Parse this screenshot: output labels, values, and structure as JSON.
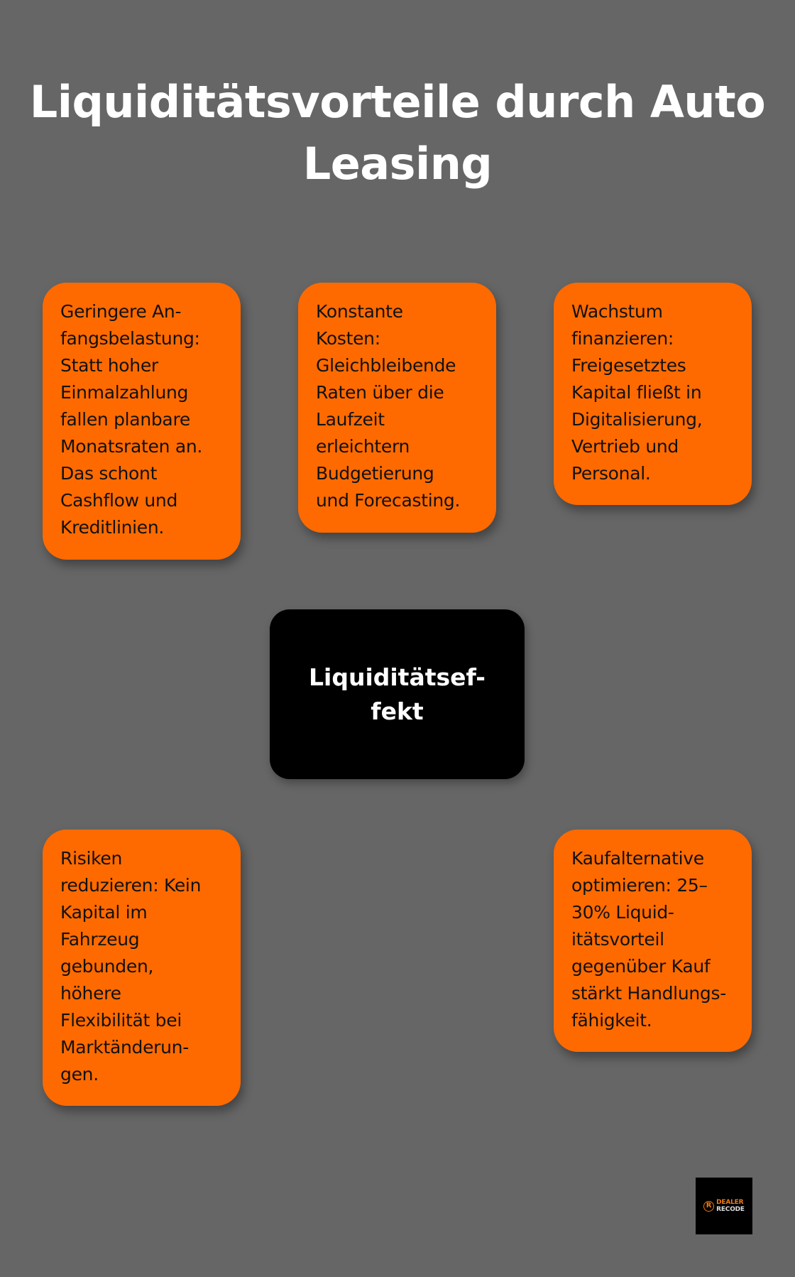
{
  "title": "Liquiditätsvorteile durch Auto Leasing",
  "center": {
    "label": "Liquiditätsef-\nfekt"
  },
  "cards": [
    {
      "position": "top-left",
      "text": "Geringere An-\nfangsbelastung:\nStatt hoher\nEinmalzahlung\nfallen planbare\nMonatsraten an.\nDas schont\nCashflow und\nKreditlinien."
    },
    {
      "position": "top-center",
      "text": "Konstante\nKosten:\nGleichbleibende\nRaten über die\nLaufzeit\nerleichtern\nBudgetierung\nund Forecasting."
    },
    {
      "position": "top-right",
      "text": "Wachstum\nfinanzieren:\nFreigesetztes\nKapital fließt in\nDigitalisierung,\nVertrieb und\nPersonal."
    },
    {
      "position": "bottom-left",
      "text": "Risiken\nreduzieren: Kein\nKapital im\nFahrzeug\ngebunden,\nhöhere\nFlexibilität bei\nMarktänderun-\ngen."
    },
    {
      "position": "bottom-right",
      "text": "Kaufalternative\noptimieren: 25–\n30% Liquid-\nitätsvorteil\ngegenüber Kauf\nstärkt Handlungs-\nfähigkeit."
    }
  ],
  "logo": {
    "icon": "r-circle-icon",
    "mark": "R",
    "line1": "DEALER",
    "line2": "RECODE"
  },
  "colors": {
    "background": "#666666",
    "card": "#ff6a00",
    "center": "#000000",
    "title_text": "#ffffff",
    "card_text": "#111111",
    "logo_accent": "#f07a12"
  }
}
